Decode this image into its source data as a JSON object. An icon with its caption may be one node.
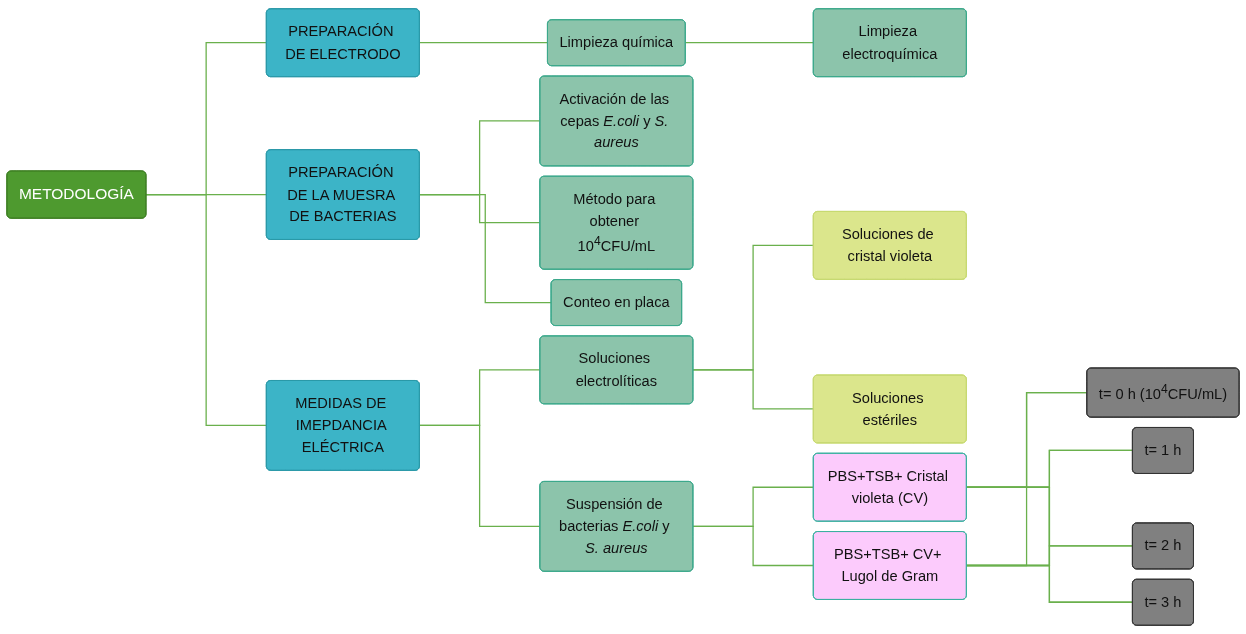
{
  "diagram": {
    "nodes": [
      {
        "text": [
          "METODOLOGÍA"
        ]
      },
      {
        "text": [
          "PREPARACIÓN DE ELECTRODO"
        ]
      },
      {
        "text": [
          "PREPARACIÓN DE LA MUESRA DE BACTERIAS"
        ]
      },
      {
        "text": [
          "MEDIDAS DE IMEPDANCIA ELÉCTRICA"
        ]
      },
      {
        "text": [
          "Limpieza química"
        ]
      },
      {
        "text": [
          "Limpieza electroquímica"
        ]
      },
      {
        "text": [
          "Activación de las cepas *E.coli* y *S. aureus*"
        ]
      },
      {
        "text": [
          "Método para obtener 10$^{4}$CFU/mL"
        ]
      },
      {
        "text": [
          "Conteo en placa"
        ]
      },
      {
        "text": [
          "Soluciones electrolíticas"
        ]
      },
      {
        "text": [
          "Suspensión de bacterias *E.coli* y *S. aureus*"
        ]
      },
      {
        "text": [
          "Soluciones de cristal violeta"
        ]
      },
      {
        "text": [
          "Soluciones estériles"
        ]
      },
      {
        "text": [
          "PBS+TSB+ Cristal violeta (CV)"
        ]
      },
      {
        "text": [
          "PBS+TSB+ CV+ Lugol de Gram"
        ]
      },
      {
        "text": [
          "t= 0 h (10$^{4}$CFU/mL)"
        ]
      },
      {
        "text": [
          "t= 1 h"
        ]
      },
      {
        "text": [
          "t= 2 h"
        ]
      },
      {
        "text": [
          "t= 3 h"
        ]
      }
    ],
    "edges": [
      {
        "from": 0,
        "to": 1,
        "arrow": "none"
      },
      {
        "from": 0,
        "to": 2,
        "arrow": "none"
      },
      {
        "from": 0,
        "to": 3,
        "arrow": "none"
      },
      {
        "from": 1,
        "to": 4,
        "arrow": "none"
      },
      {
        "from": 4,
        "to": 5,
        "arrow": "none"
      },
      {
        "from": 2,
        "to": 6,
        "arrow": "none"
      },
      {
        "from": 2,
        "to": 7,
        "arrow": "none"
      },
      {
        "from": 2,
        "to": 8,
        "arrow": "none"
      },
      {
        "from": 3,
        "to": 9,
        "arrow": "none"
      },
      {
        "from": 3,
        "to": 10,
        "arrow": "none"
      },
      {
        "from": 9,
        "to": 11,
        "arrow": "none"
      },
      {
        "from": 9,
        "to": 12,
        "arrow": "none"
      },
      {
        "from": 10,
        "to": 13,
        "arrow": "none"
      },
      {
        "from": 10,
        "to": 14,
        "arrow": "none"
      },
      {
        "from": 13,
        "to": 15,
        "arrow": "none"
      },
      {
        "from": 13,
        "to": 16,
        "arrow": "none"
      },
      {
        "from": 13,
        "to": 17,
        "arrow": "none"
      },
      {
        "from": 13,
        "to": 18,
        "arrow": "none"
      },
      {
        "from": 14,
        "to": 15,
        "arrow": "none"
      },
      {
        "from": 14,
        "to": 16,
        "arrow": "none"
      },
      {
        "from": 14,
        "to": 17,
        "arrow": "none"
      },
      {
        "from": 14,
        "to": 18,
        "arrow": "none"
      }
    ]
  }
}
